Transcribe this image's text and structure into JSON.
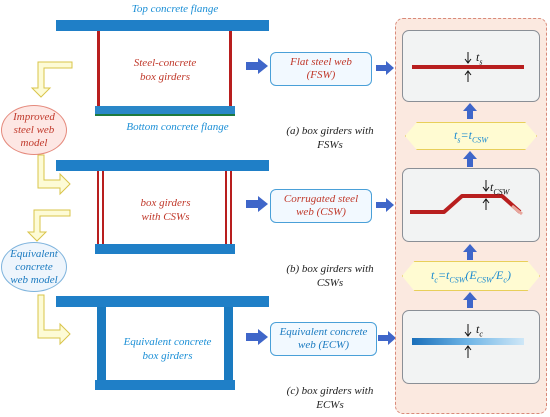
{
  "labels": {
    "top_flange": "Top concrete flange",
    "bottom_flange": "Bottom concrete flange",
    "steel_concrete_l1": "Steel-concrete",
    "steel_concrete_l2": "box girders",
    "csw_girder_l1": "box girders",
    "csw_girder_l2": "with CSWs",
    "ecw_girder_l1": "Equivalent concrete",
    "ecw_girder_l2": "box girders"
  },
  "models": {
    "improved_l1": "Improved",
    "improved_l2": "steel web",
    "improved_l3": "model",
    "equivalent_l1": "Equivalent",
    "equivalent_l2": "concrete",
    "equivalent_l3": "web model"
  },
  "web_boxes": {
    "fsw_l1": "Flat steel web",
    "fsw_l2": "(FSW)",
    "csw_l1": "Corrugated steel",
    "csw_l2": "web (CSW)",
    "ecw_l1": "Equivalent concrete",
    "ecw_l2": "web (ECW)"
  },
  "captions": {
    "a_l1": "(a) box girders with",
    "a_l2": "FSWs",
    "b_l1": "(b) box girders with",
    "b_l2": "CSWs",
    "c_l1": "(c) box girders with",
    "c_l2": "ECWs"
  },
  "thickness": {
    "ts": "t",
    "ts_sub": "s",
    "tcsw": "t",
    "tcsw_sub": "CSW",
    "tc": "t",
    "tc_sub": "c"
  },
  "equations": {
    "eq1": "ts=tcsw",
    "eq2": "tc=tcsw(Ecsw/Ec)"
  },
  "colors": {
    "concrete_blue": "#1f7fc7",
    "steel_red": "#b81e1e",
    "panel_bg": "#fbe9e0",
    "hex_bg": "#fffbd2",
    "arrow_blue": "#3f66c9"
  }
}
